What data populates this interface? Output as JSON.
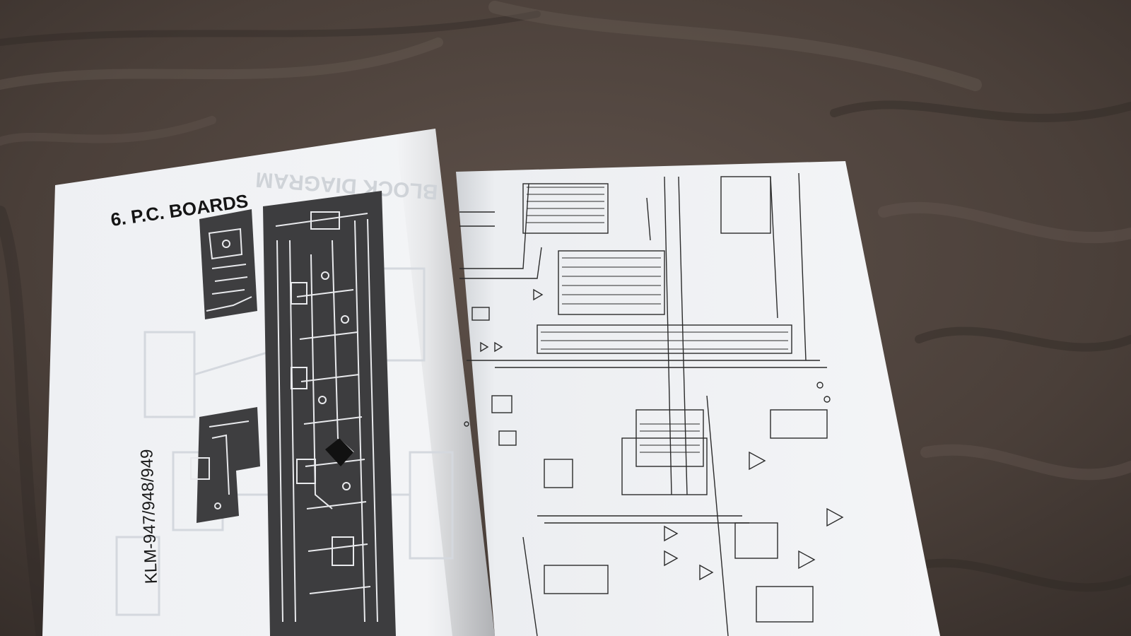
{
  "manual": {
    "section_title": "6. P.C. BOARDS",
    "model_label": "KLM-947/948/949",
    "show_through_text": "BLOCK DIAGRAM"
  },
  "colors": {
    "fabric": "#4a3f39",
    "page": "#f1f2f4",
    "trace": "#3d3d3f",
    "ink": "#2a2a2a"
  }
}
